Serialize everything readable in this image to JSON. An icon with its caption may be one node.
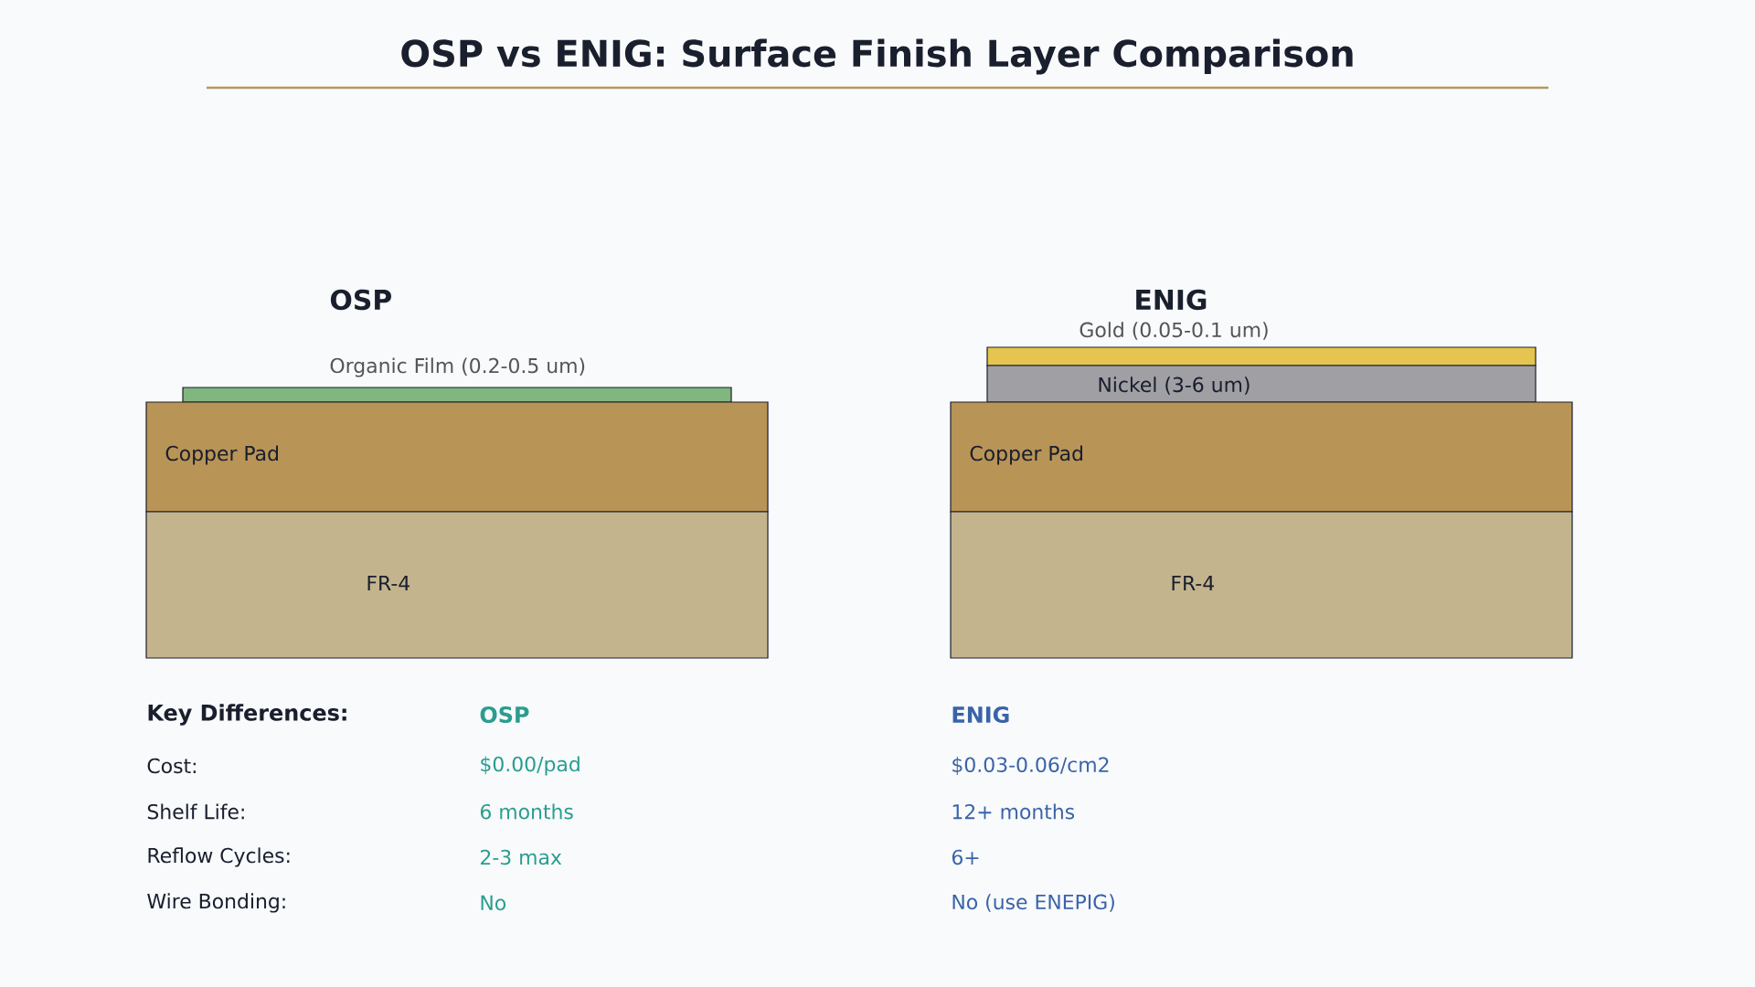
{
  "diagram": {
    "title": "OSP vs ENIG: Surface Finish Layer Comparison",
    "nodes": [
      {
        "text": [
          "Organic Film (0.2-0.5 um)"
        ]
      },
      {
        "text": [
          "Copper Pad"
        ]
      },
      {
        "text": [
          "FR-4"
        ]
      },
      {
        "text": [
          "Gold (0.05-0.1 um)"
        ]
      },
      {
        "text": [
          "Nickel (3-6 um)"
        ]
      },
      {
        "text": [
          "Copper Pad"
        ]
      },
      {
        "text": [
          "FR-4"
        ]
      }
    ],
    "labels": [
      "OSP",
      "ENIG",
      "Key Differences:",
      "OSP",
      "ENIG",
      "Cost:",
      "$0.00/pad",
      "$0.03-0.06/cm2",
      "Shelf Life:",
      "6 months",
      "12+ months",
      "Reflow Cycles:",
      "2-3 max",
      "6+",
      "Wire Bonding:",
      "No",
      "No (use ENEPIG)"
    ]
  }
}
